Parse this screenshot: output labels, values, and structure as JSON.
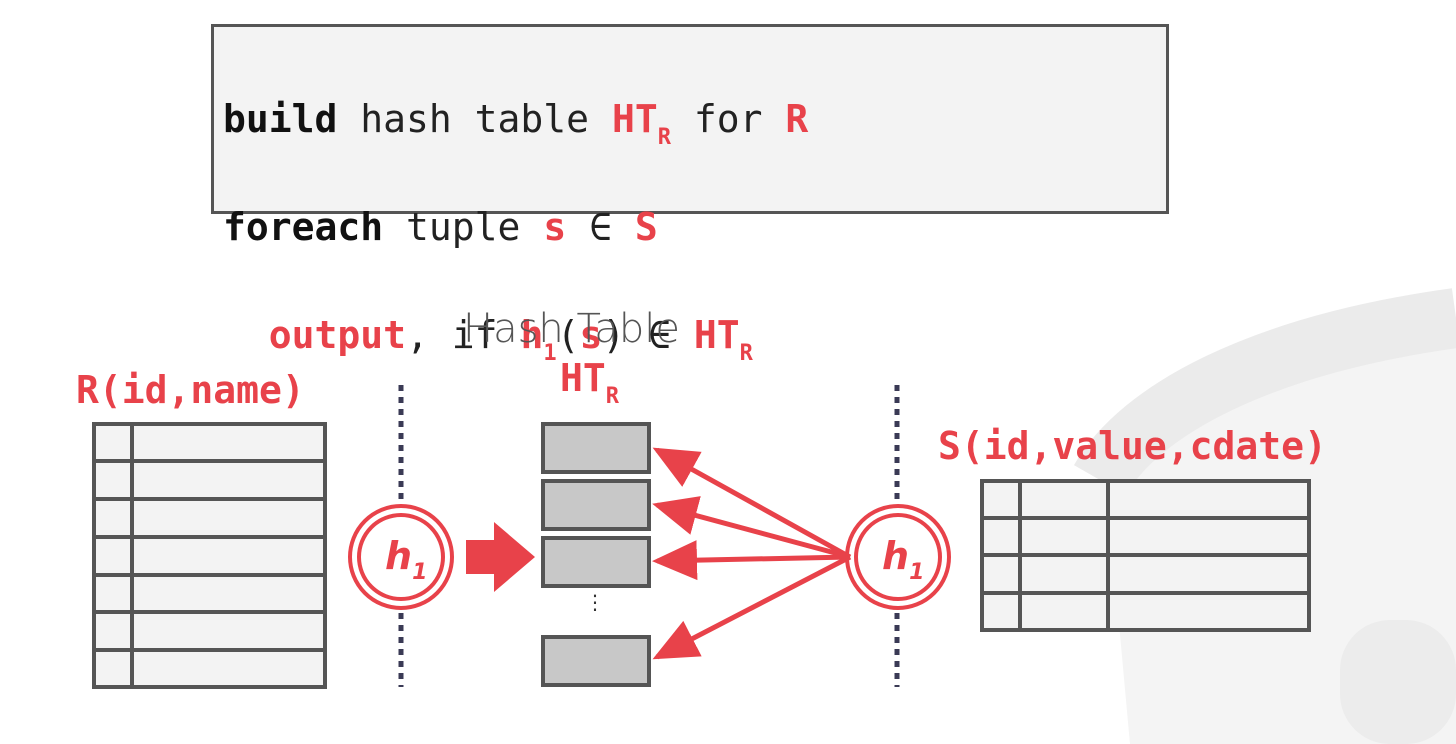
{
  "code": {
    "line1": {
      "kw": "build",
      "t1": " hash table ",
      "ht": "HT",
      "ht_sub": "R",
      "t2": " for ",
      "r": "R"
    },
    "line2": {
      "kw": "foreach",
      "t1": " tuple ",
      "s": "s",
      "t2": " ∈ ",
      "S": "S"
    },
    "line3": {
      "indent": "  ",
      "out": "output",
      "t1": ", if ",
      "h": "h",
      "h_sub": "1",
      "p1": "(",
      "s": "s",
      "p2": ") ∈ ",
      "ht": "HT",
      "ht_sub": "R"
    }
  },
  "left_table": {
    "label": "R(id,name)"
  },
  "right_table": {
    "label": "S(id,value,cdate)"
  },
  "hash_table": {
    "caption": "Hash Table",
    "name": "HT",
    "name_sub": "R",
    "ellipsis": "⋮"
  },
  "hash_fn": {
    "name": "h",
    "sub": "1"
  },
  "colors": {
    "accent": "#e8424a",
    "gray_box": "#c8c8c8",
    "border": "#555555",
    "dotted": "#3a3a55"
  }
}
